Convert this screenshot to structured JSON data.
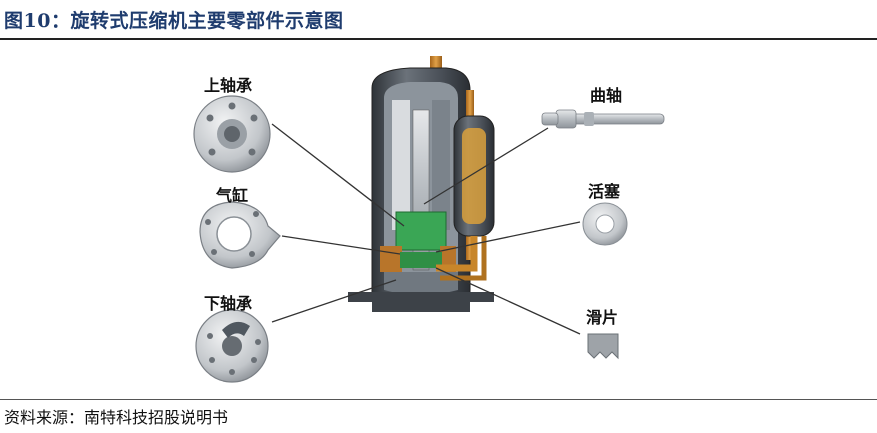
{
  "figure": {
    "title": "图10：旋转式压缩机主要零部件示意图",
    "source": "资料来源：南特科技招股说明书"
  },
  "labels": {
    "upper_bearing": "上轴承",
    "cylinder": "气缸",
    "lower_bearing": "下轴承",
    "crankshaft": "曲轴",
    "piston": "活塞",
    "vane": "滑片"
  },
  "colors": {
    "title": "#1f3c6e",
    "shell": "#4a5058",
    "copper": "#c8862a",
    "motor_green": "#3aa655",
    "steel": "#c8ccd0"
  }
}
